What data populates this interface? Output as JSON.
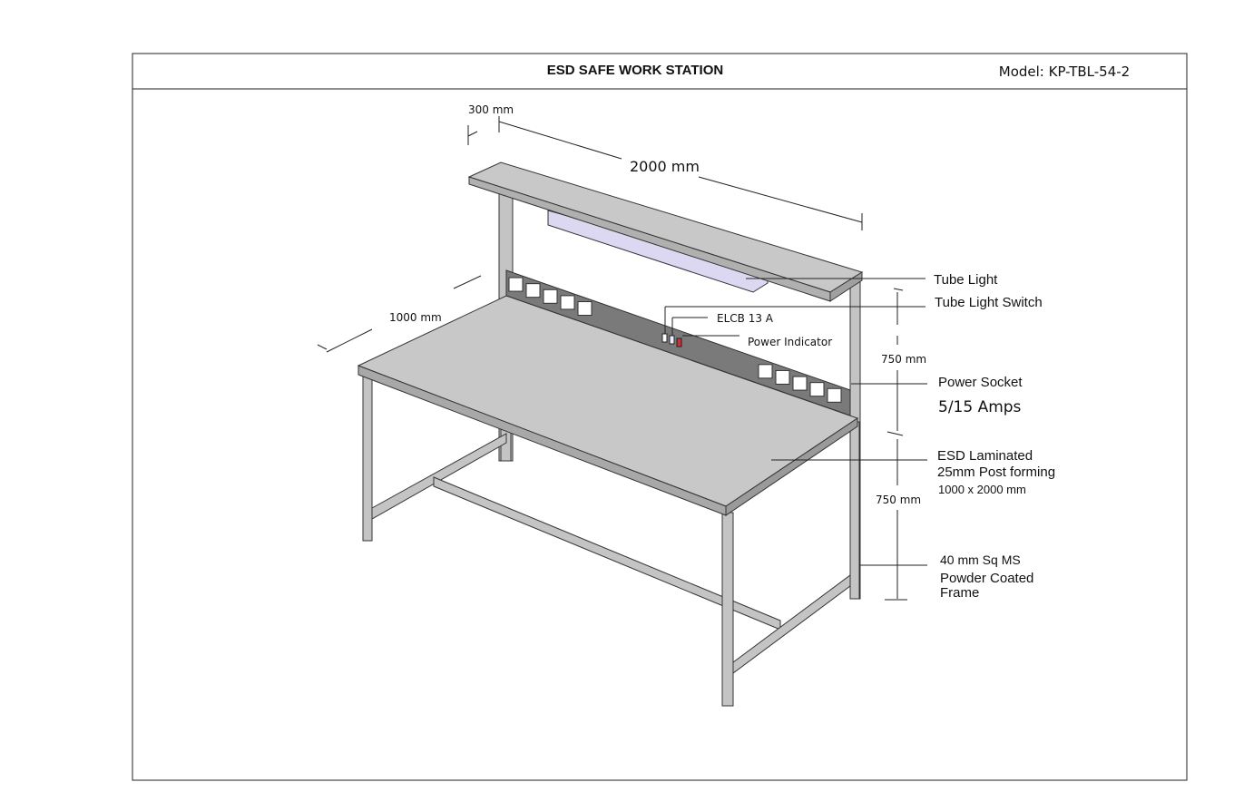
{
  "header": {
    "title": "ESD SAFE WORK STATION",
    "model": "Model: KP-TBL-54-2"
  },
  "dimensions": {
    "shelf_depth": "300 mm",
    "length": "2000 mm",
    "table_depth": "1000 mm",
    "upper_height": "750 mm",
    "lower_height": "750 mm"
  },
  "labels": {
    "tube_light": "Tube Light",
    "tube_light_switch": "Tube Light Switch",
    "elcb": "ELCB 13 A",
    "power_indicator": "Power Indicator",
    "power_socket": "Power Socket",
    "socket_rating": "5/15 Amps",
    "top_line1": "ESD Laminated",
    "top_line2": "25mm Post forming",
    "top_line3": "1000 x 2000 mm",
    "frame_line1": "40 mm Sq MS",
    "frame_line2": "Powder Coated",
    "frame_line3": "Frame"
  },
  "colors": {
    "surface": "#c8c8c8",
    "panel": "#7a7a7a",
    "tube": "#dcd8f2",
    "indicator": "#d0303a"
  }
}
